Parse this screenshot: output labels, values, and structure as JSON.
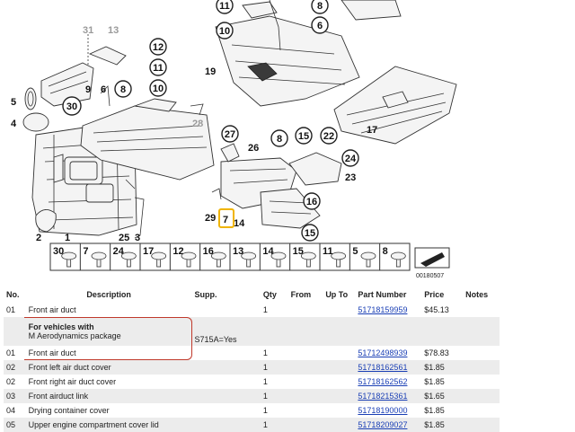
{
  "diagram": {
    "callouts": [
      "1",
      "2",
      "3",
      "4",
      "5",
      "6",
      "7",
      "8",
      "9",
      "10",
      "11",
      "12",
      "13",
      "14",
      "15",
      "16",
      "17",
      "19",
      "22",
      "23",
      "24",
      "25",
      "26",
      "27",
      "28",
      "29",
      "30",
      "31"
    ],
    "selected_callout": "7",
    "strip_labels": [
      "30",
      "7",
      "24",
      "17",
      "12",
      "16",
      "13",
      "14",
      "15",
      "11",
      "5",
      "8"
    ],
    "reference_number": "00180507",
    "colors": {
      "highlight": "#f0b400",
      "link": "#1a3fb5",
      "row_shade": "#ececec"
    }
  },
  "table": {
    "headers": {
      "no": "No.",
      "description": "Description",
      "supp": "Supp.",
      "qty": "Qty",
      "from": "From",
      "upto": "Up To",
      "part_number": "Part Number",
      "price": "Price",
      "notes": "Notes"
    },
    "rows": [
      {
        "no": "01",
        "description": "Front air duct",
        "supp": "",
        "qty": "1",
        "from": "",
        "upto": "",
        "part_number": "51718159959",
        "price": "$45.13",
        "notes": ""
      },
      {
        "note_line1": "For vehicles with",
        "note_line2": "M Aerodynamics package",
        "supp": "S715A=Yes"
      },
      {
        "no": "01",
        "description": "Front air duct",
        "supp": "",
        "qty": "1",
        "from": "",
        "upto": "",
        "part_number": "51712498939",
        "price": "$78.83",
        "notes": ""
      },
      {
        "no": "02",
        "description": "Front left air duct cover",
        "supp": "",
        "qty": "1",
        "from": "",
        "upto": "",
        "part_number": "51718162561",
        "price": "$1.85",
        "notes": ""
      },
      {
        "no": "02",
        "description": "Front right air duct cover",
        "supp": "",
        "qty": "1",
        "from": "",
        "upto": "",
        "part_number": "51718162562",
        "price": "$1.85",
        "notes": ""
      },
      {
        "no": "03",
        "description": "Front airduct link",
        "supp": "",
        "qty": "1",
        "from": "",
        "upto": "",
        "part_number": "51718215361",
        "price": "$1.65",
        "notes": ""
      },
      {
        "no": "04",
        "description": "Drying container cover",
        "supp": "",
        "qty": "1",
        "from": "",
        "upto": "",
        "part_number": "51718190000",
        "price": "$1.85",
        "notes": ""
      },
      {
        "no": "05",
        "description": "Upper engine compartment cover lid",
        "supp": "",
        "qty": "1",
        "from": "",
        "upto": "",
        "part_number": "51718209027",
        "price": "$1.85",
        "notes": ""
      }
    ]
  }
}
